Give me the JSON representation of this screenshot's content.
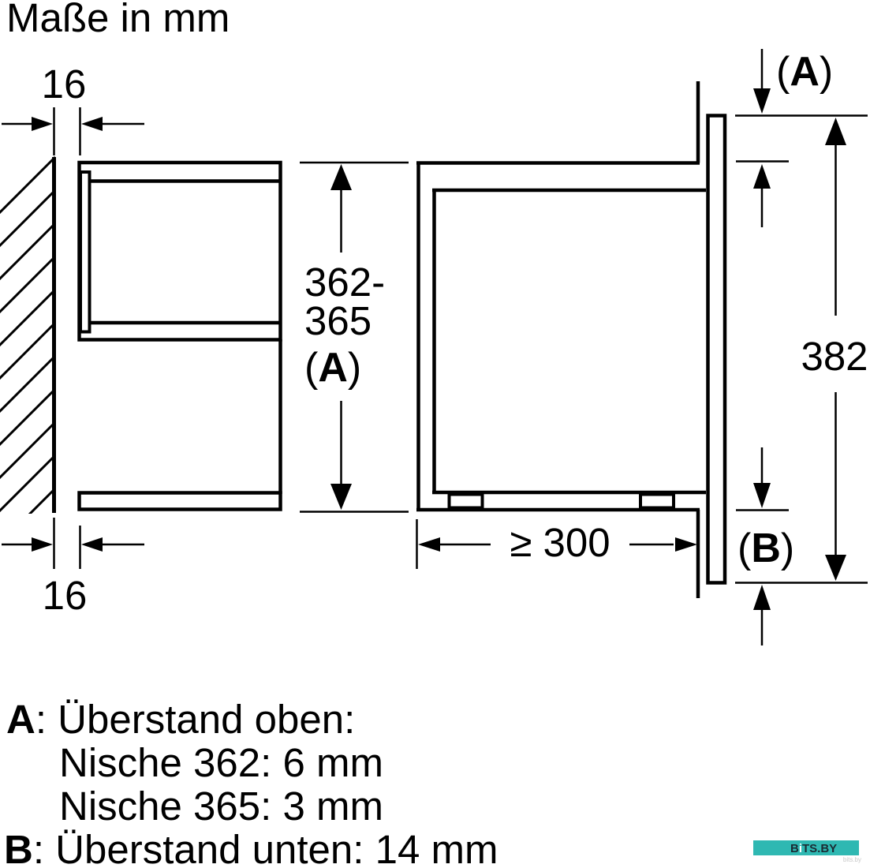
{
  "title": "Maße in mm",
  "diagram": {
    "top_gap": "16",
    "bottom_gap": "16",
    "niche_height": {
      "line1": "362-",
      "line2": "365",
      "open": "(",
      "letter": "A",
      "close": ")"
    },
    "depth_min": "≥ 300",
    "front_height": "382",
    "overhang_top": {
      "open": "(",
      "letter": "A",
      "close": ")"
    },
    "overhang_bottom": {
      "open": "(",
      "letter": "B",
      "close": ")"
    }
  },
  "legend": {
    "a_key": "A",
    "a_rest": ": Überstand oben:",
    "a_line2": "Nische 362: 6 mm",
    "a_line3": "Nische 365: 3 mm",
    "b_key": "B",
    "b_rest": ": Überstand unten: 14 mm"
  },
  "watermark": {
    "bar_color": "#2fb8b2",
    "part1": "B",
    "part2": "i",
    "part3": "TS.BY",
    "sub": "bits.by"
  }
}
